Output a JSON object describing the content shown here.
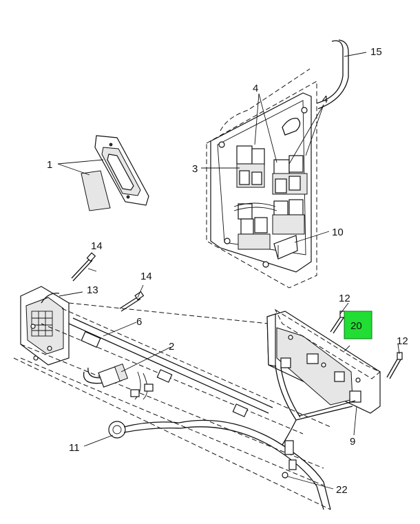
{
  "callouts": [
    {
      "id": "1",
      "label": "1"
    },
    {
      "id": "2",
      "label": "2"
    },
    {
      "id": "3",
      "label": "3"
    },
    {
      "id": "4a",
      "label": "4"
    },
    {
      "id": "4b",
      "label": "4"
    },
    {
      "id": "6",
      "label": "6"
    },
    {
      "id": "9",
      "label": "9"
    },
    {
      "id": "10",
      "label": "10"
    },
    {
      "id": "11",
      "label": "11"
    },
    {
      "id": "12a",
      "label": "12"
    },
    {
      "id": "12b",
      "label": "12"
    },
    {
      "id": "13",
      "label": "13"
    },
    {
      "id": "14a",
      "label": "14"
    },
    {
      "id": "14b",
      "label": "14"
    },
    {
      "id": "15",
      "label": "15"
    },
    {
      "id": "20",
      "label": "20",
      "highlighted": true
    },
    {
      "id": "22",
      "label": "22"
    }
  ],
  "colors": {
    "highlight": "#22dd33",
    "line": "#111111",
    "background": "#ffffff"
  }
}
